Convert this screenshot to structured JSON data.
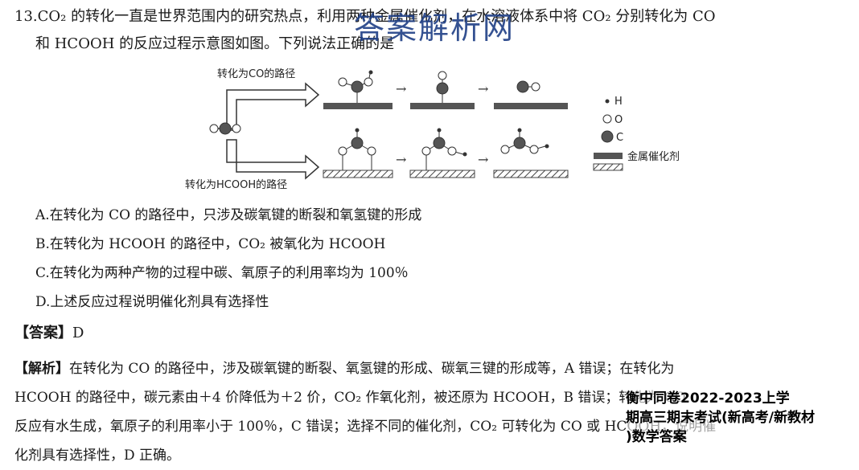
{
  "question": {
    "line1": "13.CO₂ 的转化一直是世界范围内的研究热点，利用两种金属催化剂，在水溶液体系中将 CO₂ 分别转化为 CO",
    "line2": "和 HCOOH 的反应过程示意图如图。下列说法正确的是"
  },
  "watermark": "答案解析网",
  "diagram": {
    "path_co_label": "转化为CO的路径",
    "path_hcooh_label": "转化为HCOOH的路径",
    "legend": {
      "h": "H",
      "o": "O",
      "c": "C",
      "metal": "金属催化剂"
    }
  },
  "options": {
    "a": "A.在转化为 CO 的路径中，只涉及碳氧键的断裂和氧氢键的形成",
    "b": "B.在转化为 HCOOH 的路径中，CO₂ 被氧化为 HCOOH",
    "c": "C.在转化为两种产物的过程中碳、氧原子的利用率均为 100％",
    "d": "D.上述反应过程说明催化剂具有选择性"
  },
  "answer": {
    "label": "【答案】",
    "value": "D"
  },
  "analysis": {
    "label": "【解析】",
    "line1": "在转化为 CO 的路径中，涉及碳氧键的断裂、氧氢键的形成、碳氧三键的形成等，A 错误；在转化为",
    "line2": "HCOOH 的路径中，碳元素由＋4 价降低为＋2 价，CO₂ 作氧化剂，被还原为 HCOOH，B 错误；转化为 CO",
    "line3": "反应有水生成，氧原子的利用率小于 100％，C 错误；选择不同的催化剂，CO₂ 可转化为 CO 或 HCOOH，说明催",
    "line4": "化剂具有选择性，D 正确。"
  },
  "overlay": {
    "line1": "衡中同卷2022-2023上学",
    "line2": "期高三期末考试(新高考/新教材",
    "line3": ")数学答案"
  }
}
